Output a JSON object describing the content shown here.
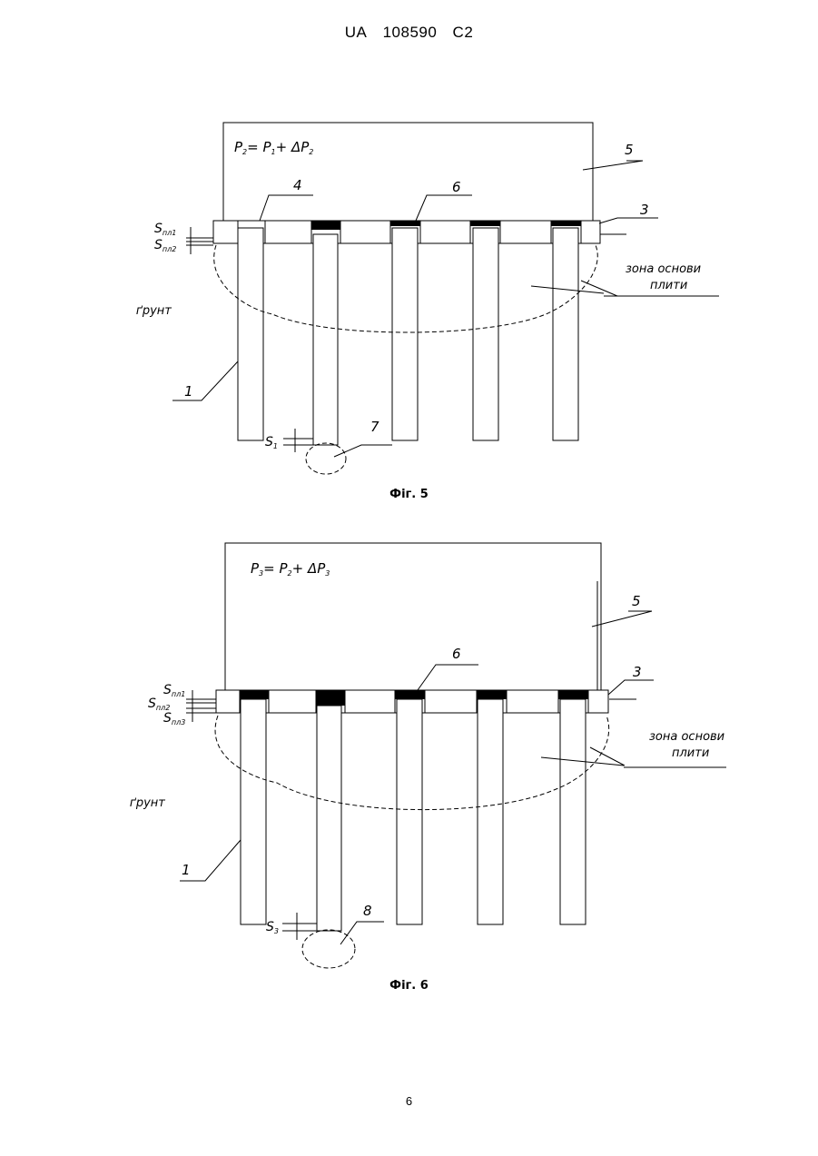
{
  "header": {
    "office": "UA",
    "number": "108590",
    "kind": "C2"
  },
  "page_number": "6",
  "figures": [
    {
      "caption": "Фіг. 5",
      "formula": {
        "p_lhs": "2",
        "p1": "1",
        "dp": "2"
      },
      "labels": {
        "pile": "1",
        "slab": "3",
        "cell": "4",
        "superstructure": "5",
        "insert": "6",
        "tip_zone": "7",
        "soil": "ґрунт",
        "zone_line1": "зона основи",
        "zone_line2": "плити",
        "s_sub": [
          "пл1",
          "пл2"
        ],
        "s_tip_sub": "1"
      }
    },
    {
      "caption": "Фіг. 6",
      "formula": {
        "p_lhs": "3",
        "p1": "2",
        "dp": "3"
      },
      "labels": {
        "pile": "1",
        "slab": "3",
        "superstructure": "5",
        "insert": "6",
        "tip_zone": "8",
        "soil": "ґрунт",
        "zone_line1": "зона основи",
        "zone_line2": "плити",
        "s_sub": [
          "пл1",
          "пл2",
          "пл3"
        ],
        "s_tip_sub": "3"
      }
    }
  ]
}
